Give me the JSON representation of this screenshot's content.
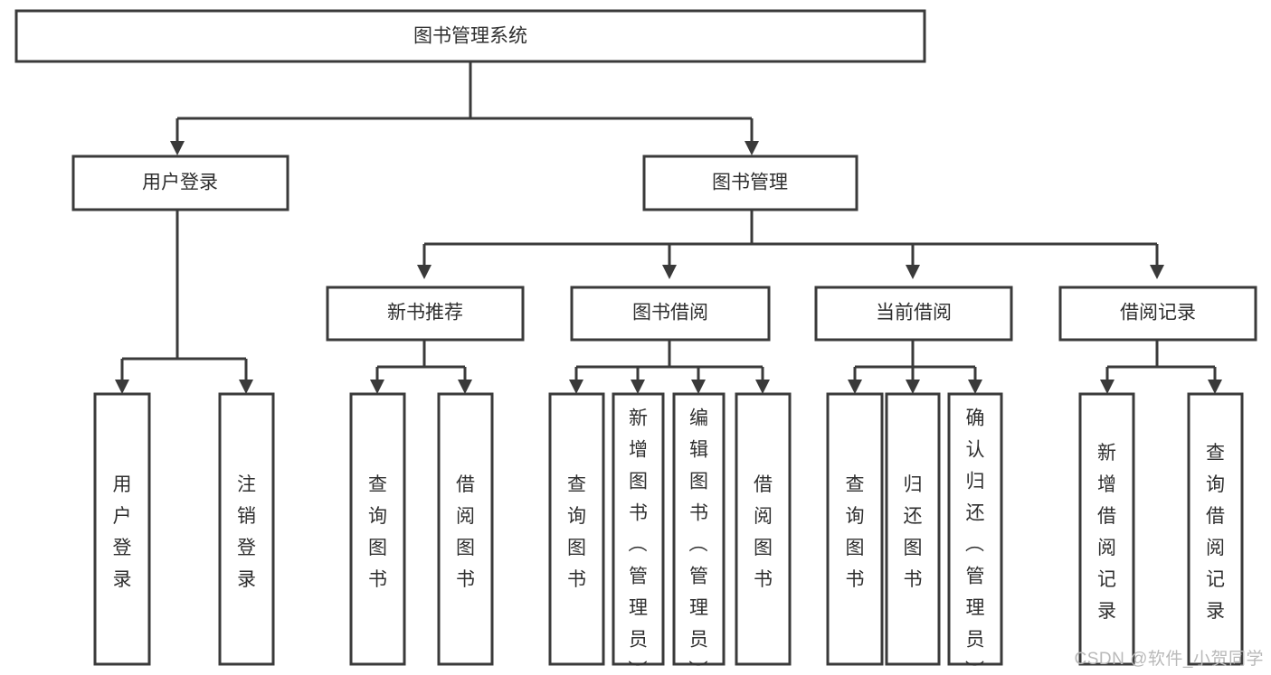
{
  "diagram": {
    "type": "tree-hierarchy-flowchart",
    "title": "图书管理系统",
    "watermark": "CSDN @软件_小贺同学",
    "colors": {
      "stroke": "#3a3a3a",
      "fill": "#ffffff",
      "text": "#2f2f2f",
      "watermark": "#b9b9b9",
      "background": "#ffffff"
    },
    "levels": [
      {
        "level": 1,
        "nodes": [
          {
            "id": "root",
            "label": "图书管理系统",
            "orientation": "horizontal"
          }
        ]
      },
      {
        "level": 2,
        "nodes": [
          {
            "id": "login",
            "label": "用户登录",
            "orientation": "horizontal",
            "parent": "root"
          },
          {
            "id": "bookmgmt",
            "label": "图书管理",
            "orientation": "horizontal",
            "parent": "root"
          }
        ]
      },
      {
        "level": 3,
        "nodes": [
          {
            "id": "newbook",
            "label": "新书推荐",
            "orientation": "horizontal",
            "parent": "bookmgmt"
          },
          {
            "id": "borrow",
            "label": "图书借阅",
            "orientation": "horizontal",
            "parent": "bookmgmt"
          },
          {
            "id": "current",
            "label": "当前借阅",
            "orientation": "horizontal",
            "parent": "bookmgmt"
          },
          {
            "id": "records",
            "label": "借阅记录",
            "orientation": "horizontal",
            "parent": "bookmgmt"
          }
        ]
      },
      {
        "level": 4,
        "nodes": [
          {
            "id": "leaf1",
            "label": "用户登录",
            "orientation": "vertical",
            "parent": "login"
          },
          {
            "id": "leaf2",
            "label": "注销登录",
            "orientation": "vertical",
            "parent": "login"
          },
          {
            "id": "leaf3",
            "label": "查询图书",
            "orientation": "vertical",
            "parent": "newbook"
          },
          {
            "id": "leaf4",
            "label": "借阅图书",
            "orientation": "vertical",
            "parent": "newbook"
          },
          {
            "id": "leaf5",
            "label": "查询图书",
            "orientation": "vertical",
            "parent": "borrow"
          },
          {
            "id": "leaf6",
            "label": "新增图书（管理员）",
            "orientation": "vertical",
            "parent": "borrow"
          },
          {
            "id": "leaf7",
            "label": "编辑图书（管理员）",
            "orientation": "vertical",
            "parent": "borrow"
          },
          {
            "id": "leaf8",
            "label": "借阅图书",
            "orientation": "vertical",
            "parent": "borrow"
          },
          {
            "id": "leaf9",
            "label": "查询图书",
            "orientation": "vertical",
            "parent": "current"
          },
          {
            "id": "leaf10",
            "label": "归还图书",
            "orientation": "vertical",
            "parent": "current"
          },
          {
            "id": "leaf11",
            "label": "确认归还（管理员）",
            "orientation": "vertical",
            "parent": "current"
          },
          {
            "id": "leaf12",
            "label": "新增借阅记录",
            "orientation": "vertical",
            "parent": "records"
          },
          {
            "id": "leaf13",
            "label": "查询借阅记录",
            "orientation": "vertical",
            "parent": "records"
          }
        ]
      }
    ]
  }
}
